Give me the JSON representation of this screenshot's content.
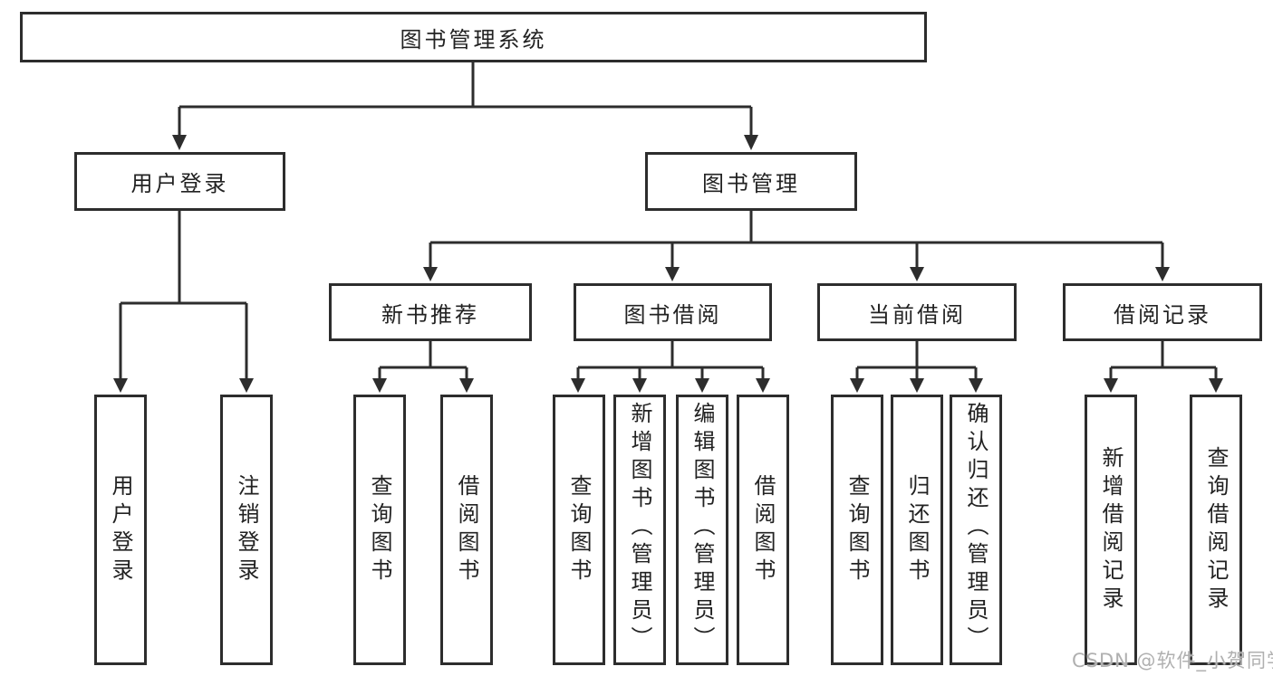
{
  "tree": {
    "root": "图书管理系统",
    "login": {
      "label": "用户登录",
      "children": [
        "用户登录",
        "注销登录"
      ]
    },
    "manage": {
      "label": "图书管理"
    },
    "modules": [
      {
        "label": "新书推荐",
        "children": [
          "查询图书",
          "借阅图书"
        ]
      },
      {
        "label": "图书借阅",
        "children": [
          "查询图书",
          "新增图书（管理员）",
          "编辑图书（管理员）",
          "借阅图书"
        ]
      },
      {
        "label": "当前借阅",
        "children": [
          "查询图书",
          "归还图书",
          "确认归还（管理员）"
        ]
      },
      {
        "label": "借阅记录",
        "children": [
          "新增借阅记录",
          "查询借阅记录"
        ]
      }
    ]
  },
  "watermark": "CSDN @软件_小贺同学",
  "colors": {
    "line": "#2d2d2d",
    "border": "#2d2d2d",
    "text": "#222222",
    "watermark": "#b0b0b0"
  }
}
